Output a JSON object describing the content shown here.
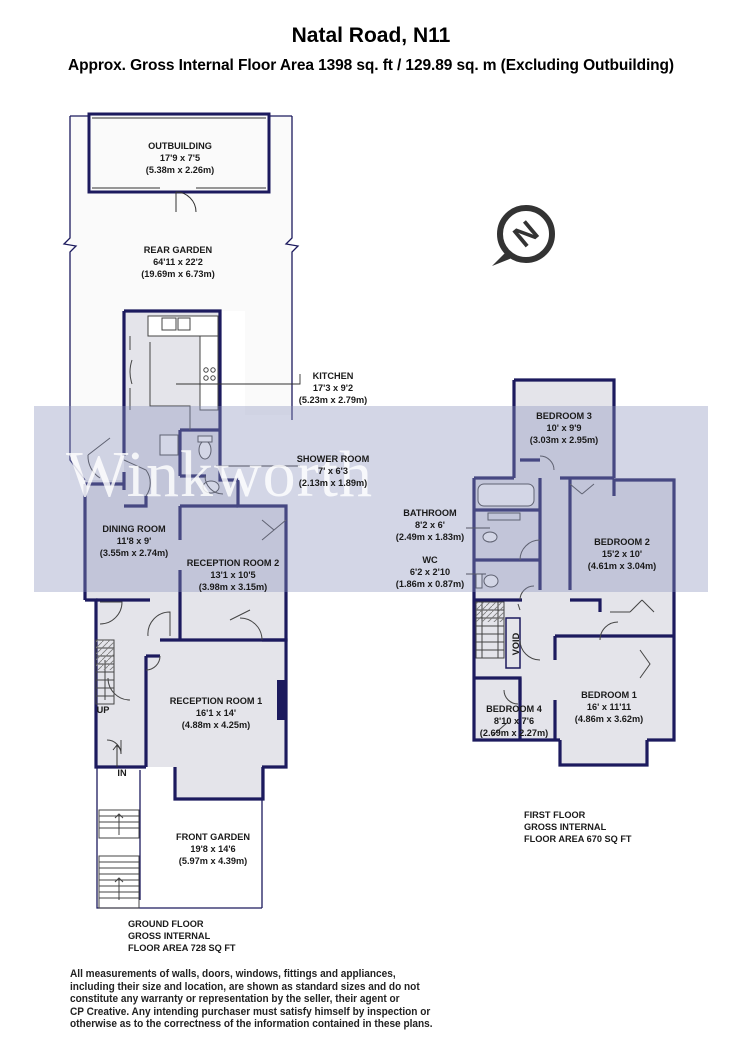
{
  "header": {
    "title": "Natal Road, N11",
    "subtitle": "Approx. Gross Internal Floor Area 1398 sq. ft / 129.89 sq. m (Excluding Outbuilding)"
  },
  "watermark": "Winkworth",
  "colors": {
    "wall": "#1c1a5e",
    "floor": "#e4e4ea",
    "band": "rgba(140,148,190,0.38)",
    "text": "#1a1a1a"
  },
  "compass": {
    "letter": "N",
    "icon": "north-compass-icon"
  },
  "ground_floor": {
    "rooms": {
      "outbuilding": {
        "name": "OUTBUILDING",
        "imperial": "17'9 x 7'5",
        "metric": "(5.38m x 2.26m)"
      },
      "rear_garden": {
        "name": "REAR GARDEN",
        "imperial": "64'11 x 22'2",
        "metric": "(19.69m x 6.73m)"
      },
      "kitchen": {
        "name": "KITCHEN",
        "imperial": "17'3 x 9'2",
        "metric": "(5.23m x 2.79m)"
      },
      "shower_room": {
        "name": "SHOWER ROOM",
        "imperial": "7' x 6'3",
        "metric": "(2.13m x 1.89m)"
      },
      "dining_room": {
        "name": "DINING ROOM",
        "imperial": "11'8 x 9'",
        "metric": "(3.55m x 2.74m)"
      },
      "reception_room_2": {
        "name": "RECEPTION ROOM 2",
        "imperial": "13'1 x 10'5",
        "metric": "(3.98m x 3.15m)"
      },
      "reception_room_1": {
        "name": "RECEPTION ROOM 1",
        "imperial": "16'1 x 14'",
        "metric": "(4.88m x 4.25m)"
      },
      "front_garden": {
        "name": "FRONT GARDEN",
        "imperial": "19'8 x 14'6",
        "metric": "(5.97m x 4.39m)"
      }
    },
    "up_label": "UP",
    "in_label": "IN",
    "caption": [
      "GROUND FLOOR",
      "GROSS INTERNAL",
      "FLOOR AREA 728 SQ FT"
    ]
  },
  "first_floor": {
    "rooms": {
      "bedroom_3": {
        "name": "BEDROOM 3",
        "imperial": "10' x 9'9",
        "metric": "(3.03m x 2.95m)"
      },
      "bathroom": {
        "name": "BATHROOM",
        "imperial": "8'2 x 6'",
        "metric": "(2.49m x 1.83m)"
      },
      "wc": {
        "name": "WC",
        "imperial": "6'2 x 2'10",
        "metric": "(1.86m x 0.87m)"
      },
      "bedroom_2": {
        "name": "BEDROOM 2",
        "imperial": "15'2 x 10'",
        "metric": "(4.61m x 3.04m)"
      },
      "bedroom_4": {
        "name": "BEDROOM 4",
        "imperial": "8'10 x 7'6",
        "metric": "(2.69m x 2.27m)"
      },
      "bedroom_1": {
        "name": "BEDROOM 1",
        "imperial": "16' x 11'11",
        "metric": "(4.86m x 3.62m)"
      }
    },
    "void_label": "VOID",
    "caption": [
      "FIRST FLOOR",
      "GROSS INTERNAL",
      "FLOOR AREA 670 SQ FT"
    ]
  },
  "disclaimer": [
    "All measurements of walls, doors, windows, fittings and appliances,",
    "including their size and location, are shown as standard sizes and do not",
    "constitute any warranty or representation by the seller, their agent or",
    "CP Creative. Any intending purchaser must satisfy himself by inspection or",
    "otherwise as to the correctness of the information contained in these plans."
  ]
}
